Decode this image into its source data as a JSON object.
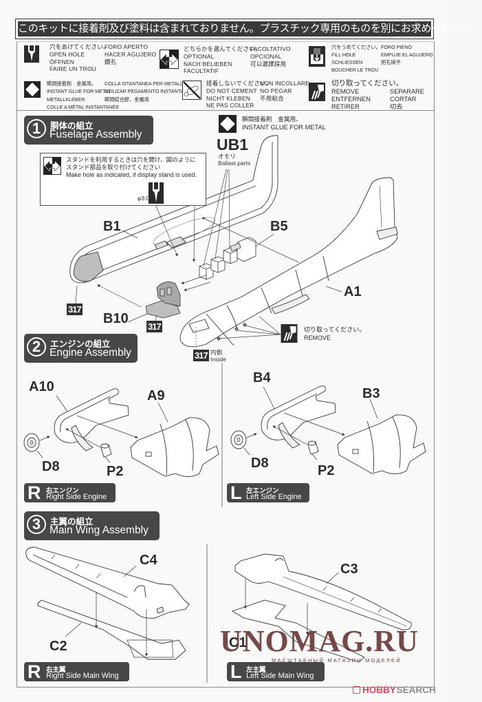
{
  "notice": "このキットに接着剤及び塗料は含まれておりません。プラスチック専用のものを別にお求めください。",
  "legend": [
    {
      "name": "open-hole",
      "icon": "open-hole-icon",
      "col1": [
        "穴をあけてください。",
        "OPEN HOLE",
        "ÖFFNEN",
        "FAIRE UN TROU"
      ],
      "col2": [
        "FORO APERTO",
        "HACER AGUJERO",
        "鑽孔"
      ]
    },
    {
      "name": "instant-glue-for-metal",
      "icon": "instant-glue-icon",
      "col1": [
        "瞬間接着剤　金属用。",
        "INSTANT GLUE FOR METAL",
        "METALLKLEBER",
        "COLLE A MÉTAL INSTANTANÉE"
      ],
      "col2": [
        "COLLA ISTANTANEA PER METALLI",
        "UTILIZAR PEGAMENTO INSTANTANEO",
        "瞬間結合膠，金屬用"
      ]
    },
    {
      "name": "optional",
      "icon": "optional-icon",
      "col1": [
        "どちらかを選んでください。",
        "OPTIONAL",
        "NACH BELIEBEN",
        "FACULTATIF"
      ],
      "col2": [
        "FACOLTATIVO",
        "OPCIONAL",
        "可以選擇採用"
      ]
    },
    {
      "name": "do-not-cement",
      "icon": "do-not-cement-icon",
      "col1": [
        "接着しないでください。",
        "DO NOT CEMENT",
        "NICHT KLEBEN",
        "NE PAS COLLER"
      ],
      "col2": [
        "NON INCOLLARE",
        "NO PEGAR",
        "不用粘合"
      ]
    },
    {
      "name": "fill-hole",
      "icon": "fill-hole-icon",
      "col1": [
        "穴をうめてください。",
        "FILL HOLE",
        "SCHLIESSEN",
        "BOUCHER LE TROU"
      ],
      "col2": [
        "FORO PIENO",
        "EMPUJE EL AGUJERO",
        "把孔塡平"
      ]
    },
    {
      "name": "remove",
      "icon": "remove-icon",
      "col1": [
        "切り取ってください。",
        "REMOVE",
        "ENTFERNEN",
        "RETIRER"
      ],
      "col2": [
        "SEPARARE",
        "CORTAR",
        "切去"
      ]
    }
  ],
  "steps": [
    {
      "number": "1",
      "title_jp": "胴体の組立",
      "title_en": "Fuselage Assembly",
      "stand_note": {
        "lines": [
          "スタンドを利用するときは穴を開け、図のように",
          "スタンド部品を取り付けてください",
          "Make hole as indicated, if display stand is used."
        ],
        "hole_size": "φ3.0mm"
      },
      "glue_note": [
        "瞬間接着剤　金属用。",
        "INSTANT GLUE FOR METAL"
      ],
      "ballast": {
        "part": "UB1",
        "jp": "オモリ",
        "en": "Ballast parts"
      },
      "parts": [
        "B1",
        "B5",
        "A1",
        "B10"
      ],
      "color_code": "317",
      "inside_note": {
        "jp": "内側",
        "en": "Inside"
      },
      "remove_note": [
        "切り取ってください。",
        "REMOVE"
      ]
    },
    {
      "number": "2",
      "title_jp": "エンジンの組立",
      "title_en": "Engine Assembly",
      "right": {
        "badge": "R",
        "jp": "右エンジン",
        "en": "Right Side Engine",
        "parts": [
          "A10",
          "A9",
          "D8",
          "P2"
        ]
      },
      "left": {
        "badge": "L",
        "jp": "左エンジン",
        "en": "Left Side Engine",
        "parts": [
          "B4",
          "B3",
          "D8",
          "P2"
        ]
      }
    },
    {
      "number": "3",
      "title_jp": "主翼の組立",
      "title_en": "Main Wing Assembly",
      "right": {
        "badge": "R",
        "jp": "右主翼",
        "en": "Right Side Main Wing",
        "parts": [
          "C4",
          "C2"
        ]
      },
      "left": {
        "badge": "L",
        "jp": "左主翼",
        "en": "Left Side Main Wing",
        "parts": [
          "C3",
          "C1"
        ]
      }
    }
  ],
  "watermark": {
    "site": "UNOMAG.RU",
    "tagline": "МАСШТАБНЫЙ МАГАЗИН МОДЕЛЕЙ"
  },
  "source_logo": {
    "hobby": "HOBBY",
    "search": "SEARCH"
  },
  "colors": {
    "panel": "#474747",
    "watermark": "#6b3a39",
    "logo_red": "#d9485f",
    "logo_gray": "#8c8c8c"
  }
}
